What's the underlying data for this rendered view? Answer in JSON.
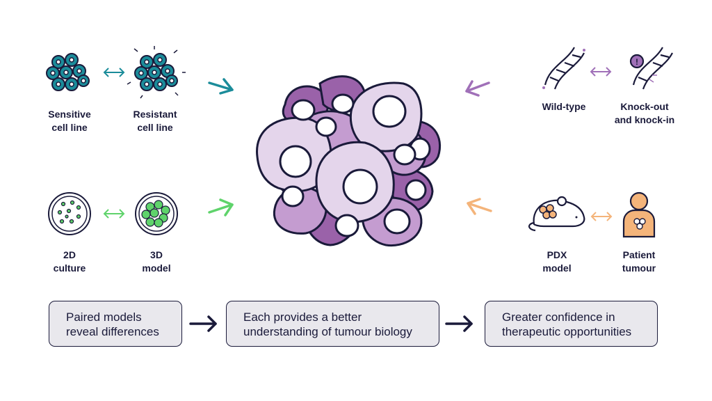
{
  "labels": {
    "sensitive": "Sensitive\ncell line",
    "resistant": "Resistant\ncell line",
    "culture_2d": "2D\nculture",
    "model_3d": "3D\nmodel",
    "wild_type": "Wild-type",
    "knock": "Knock-out\nand knock-in",
    "pdx": "PDX\nmodel",
    "patient": "Patient\ntumour"
  },
  "flow": [
    "Paired models\nreveal differences",
    "Each provides a better\nunderstanding of tumour biology",
    "Greater confidence in\ntherapeutic opportunities"
  ],
  "colors": {
    "teal": "#1b8c9a",
    "green": "#5fd36b",
    "purple": "#a070b8",
    "orange": "#f4b47a",
    "navy": "#1a1a3a"
  }
}
